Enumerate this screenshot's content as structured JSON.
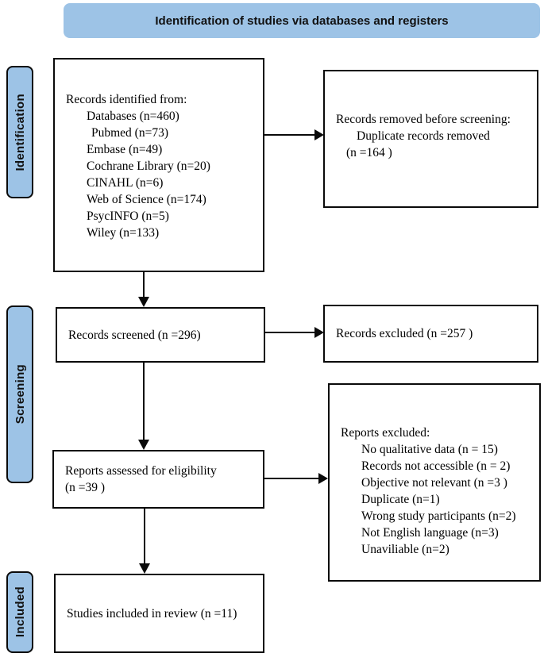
{
  "header": {
    "title": "Identification of studies via databases and registers"
  },
  "sidebar": {
    "items": [
      {
        "label": "Identification"
      },
      {
        "label": "Screening"
      },
      {
        "label": "Included"
      }
    ]
  },
  "flow": {
    "records_identified": {
      "heading": "Records identified from:",
      "items": [
        "Databases (n=460)",
        "Pubmed (n=73)",
        "Embase (n=49)",
        "Cochrane Library (n=20)",
        "CINAHL (n=6)",
        "Web of Science (n=174)",
        "PsycINFO (n=5)",
        "Wiley (n=133)"
      ]
    },
    "records_removed": {
      "heading": "Records removed before screening:",
      "items": [
        "Duplicate records removed",
        "(n =164 )"
      ]
    },
    "records_screened": {
      "text": "Records screened (n =296)"
    },
    "records_excluded": {
      "text": "Records excluded (n =257 )"
    },
    "reports_assessed": {
      "line1": "Reports assessed for eligibility",
      "line2": "(n =39 )"
    },
    "reports_excluded": {
      "heading": "Reports excluded:",
      "items": [
        "No qualitative data (n = 15)",
        "Records not accessible (n = 2)",
        "Objective not relevant (n =3 )",
        "Duplicate (n=1)",
        "Wrong study participants (n=2)",
        "Not English language (n=3)",
        "Unaviliable (n=2)"
      ]
    },
    "studies_included": {
      "text": "Studies included in review (n =11)"
    }
  },
  "colors": {
    "accent_blue": "#9DC3E6",
    "box_border": "#0A0A0A",
    "background": "#FFFFFF"
  }
}
